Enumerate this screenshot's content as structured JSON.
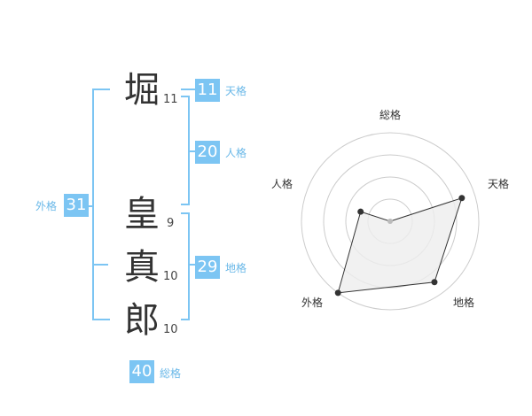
{
  "name": {
    "characters": [
      {
        "char": "堀",
        "strokes": "11"
      },
      {
        "char": "皇",
        "strokes": "9"
      },
      {
        "char": "真",
        "strokes": "10"
      },
      {
        "char": "郎",
        "strokes": "10"
      }
    ]
  },
  "fortune": {
    "tenkaku": {
      "value": "11",
      "label": "天格"
    },
    "jinkaku": {
      "value": "20",
      "label": "人格"
    },
    "chikaku": {
      "value": "29",
      "label": "地格"
    },
    "gaikaku": {
      "value": "31",
      "label": "外格"
    },
    "soukaku": {
      "value": "40",
      "label": "総格"
    }
  },
  "radar": {
    "axes": [
      "総格",
      "天格",
      "地格",
      "外格",
      "人格"
    ],
    "levels": 4,
    "values": [
      0.0,
      0.85,
      0.85,
      1.0,
      0.35
    ],
    "colors": {
      "grid": "#cccccc",
      "fill": "#eeeeee",
      "line": "#333333",
      "point": "#333333",
      "center": "#bbbbbb"
    }
  },
  "colors": {
    "accent": "#7cc5f3",
    "accent_text": "#6ab8e8",
    "text": "#333333"
  }
}
